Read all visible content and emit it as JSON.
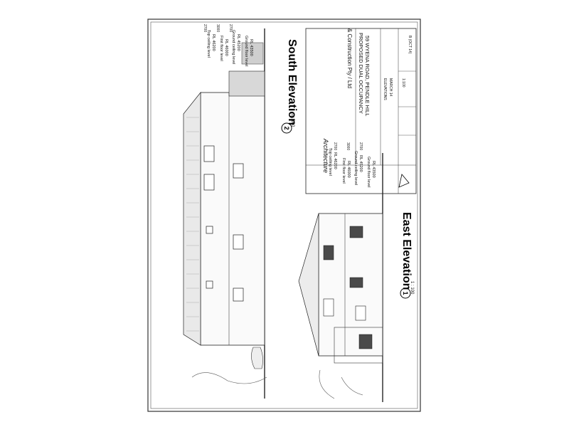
{
  "south": {
    "title": "South Elevation",
    "number": "2",
    "scale": "1 : 100",
    "levels": {
      "top_ceiling": "Top ceiling level",
      "top_ceiling_rl": "RL 46200",
      "first_floor": "First floor level",
      "first_floor_rl": "RL 46000",
      "ground_ceiling": "Ground ceiling level",
      "ground_ceiling_rl": "RL 45200",
      "ground_floor": "Ground floor level",
      "ground_floor_rl": "RL 43500"
    },
    "dims": [
      "2700",
      "3000",
      "2700"
    ]
  },
  "east": {
    "title": "East Elevation",
    "number": "1",
    "scale": "1 : 100",
    "levels": {
      "top_ceiling": "Top ceiling level",
      "top_ceiling_rl": "RL 46200",
      "first_floor": "First floor level",
      "first_floor_rl": "RL 46000",
      "ground_ceiling": "Ground ceiling level",
      "ground_ceiling_rl": "RL 45200",
      "ground_floor": "Ground floor level",
      "ground_floor_rl": "RL 43500"
    },
    "dims": [
      "2700",
      "3000",
      "2700"
    ]
  },
  "title_block": {
    "company": "& Construction Pty / Ltd",
    "project": "PROPOSED DUAL OCCUPANCY",
    "address": "59 WYENA ROAD, PENDLE HILL",
    "drawing": "ELEVATIONS",
    "date": "MARCH 14",
    "scale": "1:100",
    "revision": "B (OCT 14)",
    "logo_text": "Architecture"
  }
}
